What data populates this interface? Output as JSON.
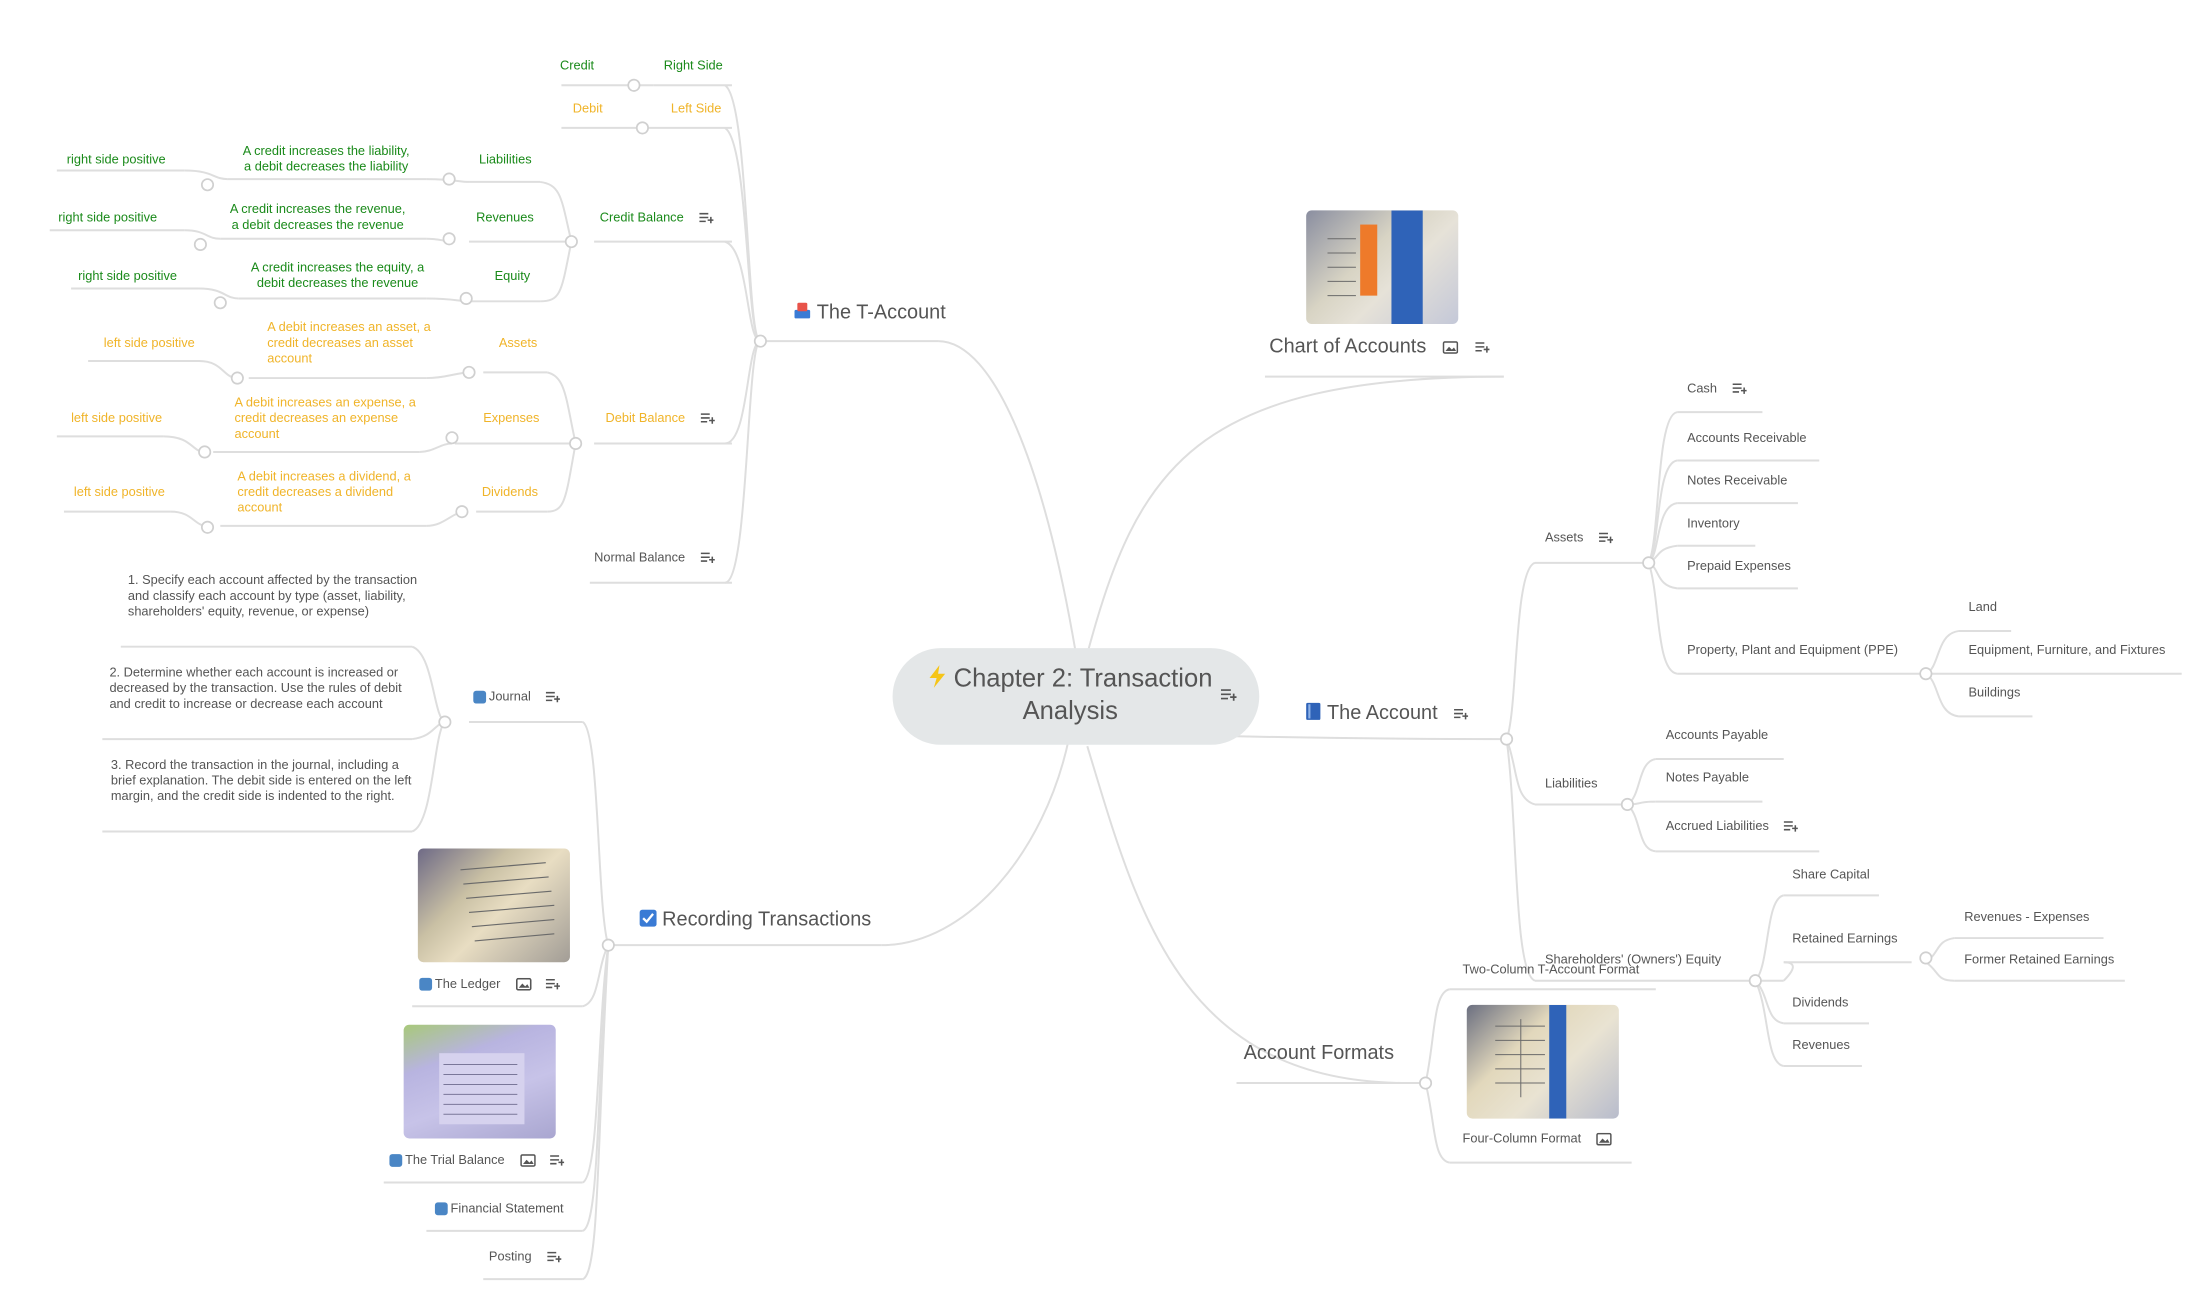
{
  "root": {
    "title": "Chapter 2: Transaction Analysis",
    "icon": "lightning-icon"
  },
  "t_account": {
    "label": "The T-Account",
    "credit": {
      "label": "Credit",
      "side": "Right Side"
    },
    "debit": {
      "label": "Debit",
      "side": "Left Side"
    },
    "credit_balance": {
      "label": "Credit Balance",
      "items": [
        {
          "label": "Liabilities",
          "rule_lines": [
            "A credit increases the liability,",
            "a debit decreases the liability"
          ],
          "side": "right side positive"
        },
        {
          "label": "Revenues",
          "rule_lines": [
            "A credit increases the revenue,",
            "a debit decreases the revenue"
          ],
          "side": "right side positive"
        },
        {
          "label": "Equity",
          "rule_lines": [
            "A credit increases the equity, a",
            "debit decreases the revenue"
          ],
          "side": "right side positive"
        }
      ]
    },
    "debit_balance": {
      "label": "Debit Balance",
      "items": [
        {
          "label": "Assets",
          "rule_lines": [
            "A debit increases an asset, a",
            "credit decreases an asset",
            "account"
          ],
          "side": "left side positive"
        },
        {
          "label": "Expenses",
          "rule_lines": [
            "A debit increases an expense, a",
            "credit decreases an expense",
            "account"
          ],
          "side": "left side positive"
        },
        {
          "label": "Dividends",
          "rule_lines": [
            "A debit increases a dividend, a",
            "credit decreases a dividend",
            "account"
          ],
          "side": "left side positive"
        }
      ]
    },
    "normal_balance": "Normal Balance"
  },
  "recording": {
    "label": "Recording Transactions",
    "journal": {
      "label": "Journal",
      "steps": [
        "1. Specify each account affected by the transaction and classify each account by type (asset, liability, shareholders' equity, revenue, or expense)",
        "2. Determine whether each account is increased or decreased by the transaction. Use the rules of debit and credit to increase or decrease each account",
        "3. Record the transaction in the journal, including a brief explanation. The debit side is entered on the left margin, and the credit side is indented to the right."
      ]
    },
    "ledger": "The Ledger",
    "trial_balance": "The Trial Balance",
    "financial_statement": "Financial Statement",
    "posting": "Posting"
  },
  "chart_of_accounts": {
    "label": "Chart of Accounts"
  },
  "the_account": {
    "label": "The Account",
    "assets": {
      "label": "Assets",
      "items": [
        "Cash",
        "Accounts Receivable",
        "Notes Receivable",
        "Inventory",
        "Prepaid Expenses",
        "Property, Plant and Equipment (PPE)"
      ],
      "ppe_items": [
        "Land",
        "Equipment, Furniture, and Fixtures",
        "Buildings"
      ]
    },
    "liabilities": {
      "label": "Liabilities",
      "items": [
        "Accounts Payable",
        "Notes Payable",
        "Accrued Liabilities"
      ]
    },
    "equity": {
      "label": "Shareholders' (Owners') Equity",
      "items": [
        "Share Capital",
        "Retained Earnings",
        "Dividends",
        "Revenues"
      ],
      "retained_items": [
        "Revenues - Expenses",
        "Former Retained Earnings"
      ]
    }
  },
  "account_formats": {
    "label": "Account Formats",
    "items": [
      "Two-Column T-Account Format",
      "Four-Column Format"
    ]
  },
  "colors": {
    "credit": "#1a8a1a",
    "debit": "#f0b429",
    "line": "#dcdcdc",
    "root_bg": "#e4e7e8",
    "badge": "#4a86c5"
  }
}
